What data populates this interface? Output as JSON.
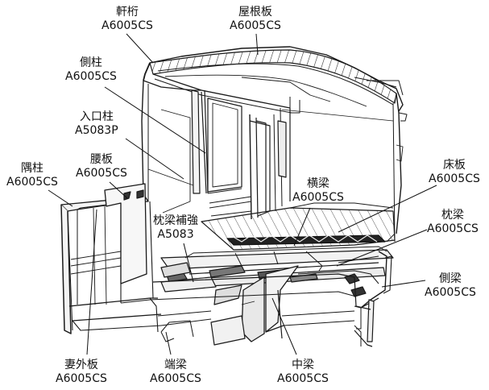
{
  "labels": {
    "noki_keta": {
      "name": "軒桁",
      "material": "A6005CS"
    },
    "yanebita": {
      "name": "屋根板",
      "material": "A6005CS"
    },
    "gawa_bashira": {
      "name": "側柱",
      "material": "A6005CS"
    },
    "iriguchi": {
      "name": "入口柱",
      "material": "A5083P"
    },
    "sumi_bashira": {
      "name": "隅柱",
      "material": "A6005CS"
    },
    "koshi_ita": {
      "name": "腰板",
      "material": "A6005CS"
    },
    "yoko_hari": {
      "name": "横梁",
      "material": "A6005CS"
    },
    "yuka_ita": {
      "name": "床板",
      "material": "A6005CS"
    },
    "makura_hokyo": {
      "name": "枕梁補強",
      "material": "A5083"
    },
    "makura_hari": {
      "name": "枕梁",
      "material": "A6005CS"
    },
    "gawa_hari": {
      "name": "側梁",
      "material": "A6005CS"
    },
    "tsuma_soto": {
      "name": "妻外板",
      "material": "A6005CS"
    },
    "hashi_hari": {
      "name": "端梁",
      "material": "A6005CS"
    },
    "naka_hari": {
      "name": "中梁",
      "material": "A6005CS"
    }
  },
  "colors": {
    "line": "#1a1a1a",
    "panel": "#f6f6f6",
    "shade": "#8a8a8a",
    "dark": "#3a3a3a"
  }
}
